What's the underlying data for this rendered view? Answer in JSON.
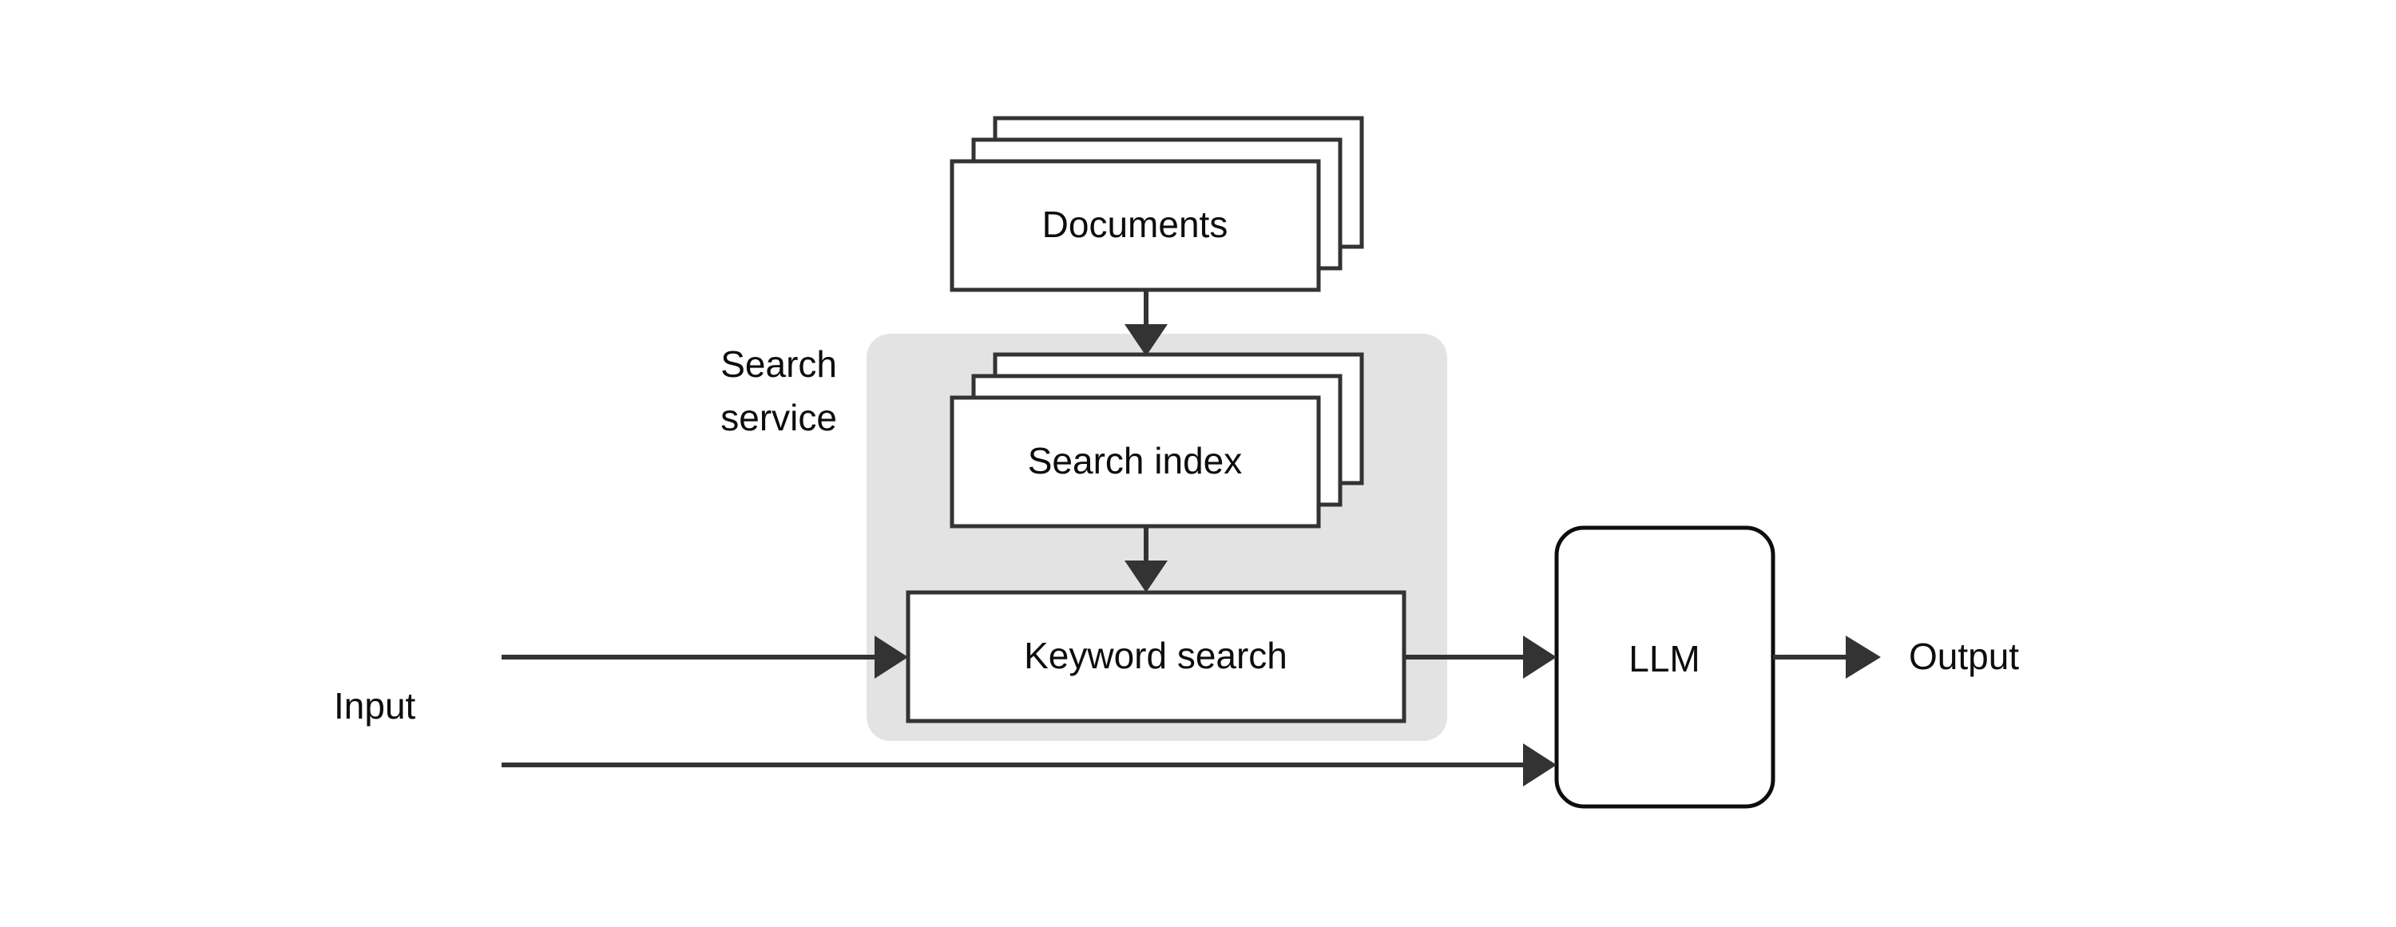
{
  "diagram": {
    "title": "Keyword search retrieval augmented generation flow",
    "colors": {
      "group_fill": "#E3E3E3",
      "node_fill": "#FFFFFF",
      "node_stroke": "#333333",
      "llm_stroke": "#0D0D0D",
      "connector": "#333333",
      "text": "#0D0D0D",
      "background": "#FFFFFF"
    },
    "nodes": {
      "documents": {
        "label": "Documents",
        "shape": "stacked-cards",
        "stack_count": 3
      },
      "search_index": {
        "label": "Search index",
        "shape": "stacked-cards",
        "stack_count": 3
      },
      "keyword_search": {
        "label": "Keyword search",
        "shape": "rectangle"
      },
      "llm": {
        "label": "LLM",
        "shape": "rounded-rectangle"
      }
    },
    "group": {
      "label_line1": "Search",
      "label_line2": "service",
      "shape": "rounded-rectangle"
    },
    "endpoints": {
      "input": "Input",
      "output": "Output"
    },
    "connections": [
      {
        "from": "documents",
        "to": "search_index",
        "direction": "down"
      },
      {
        "from": "search_index",
        "to": "keyword_search",
        "direction": "down"
      },
      {
        "from": "input",
        "to": "keyword_search",
        "direction": "right"
      },
      {
        "from": "keyword_search",
        "to": "llm",
        "direction": "right"
      },
      {
        "from": "input",
        "to": "llm",
        "direction": "right"
      },
      {
        "from": "llm",
        "to": "output",
        "direction": "right"
      }
    ]
  }
}
